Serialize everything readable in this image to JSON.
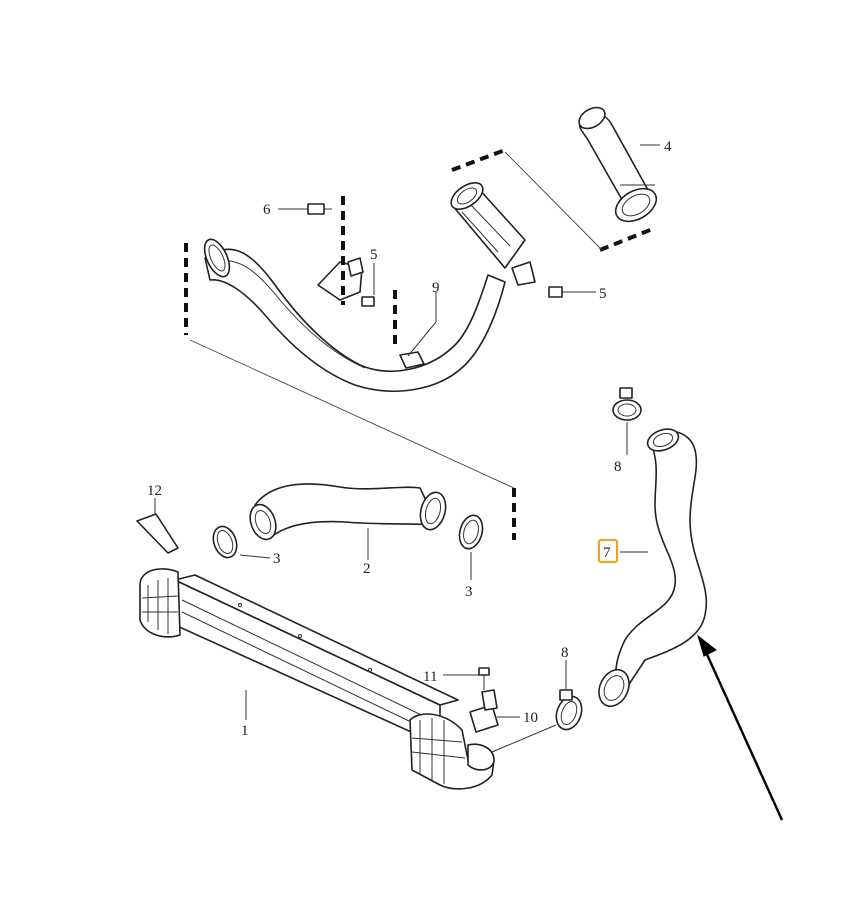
{
  "diagram": {
    "highlight_color": "#f0a030",
    "line_color": "#222222",
    "labels": [
      {
        "id": "1",
        "text": "1"
      },
      {
        "id": "2",
        "text": "2"
      },
      {
        "id": "3a",
        "text": "3"
      },
      {
        "id": "3b",
        "text": "3"
      },
      {
        "id": "4",
        "text": "4"
      },
      {
        "id": "5a",
        "text": "5"
      },
      {
        "id": "5b",
        "text": "5"
      },
      {
        "id": "6",
        "text": "6"
      },
      {
        "id": "7",
        "text": "7"
      },
      {
        "id": "8a",
        "text": "8"
      },
      {
        "id": "8b",
        "text": "8"
      },
      {
        "id": "9",
        "text": "9"
      },
      {
        "id": "10",
        "text": "10"
      },
      {
        "id": "11",
        "text": "11"
      },
      {
        "id": "12",
        "text": "12"
      }
    ],
    "highlighted_label": "7"
  }
}
